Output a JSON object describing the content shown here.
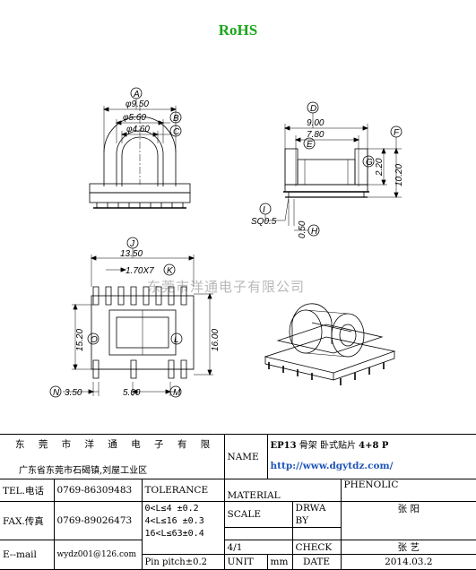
{
  "header": {
    "rohs": "RoHS"
  },
  "watermark": "东莞市洋通电子有限公司",
  "dimensions": {
    "A": "A",
    "A_val": "φ9.50",
    "B": "B",
    "B_val": "φ5.60",
    "C": "C",
    "C_val": "φ4.60",
    "D": "D",
    "D_val": "9.00",
    "E": "E",
    "E_val": "7.80",
    "F": "F",
    "F_val": "10.20",
    "G": "G",
    "G_val": "2.20",
    "H": "H",
    "H_val": "0.50",
    "I": "I",
    "I_val": "SQ0.5",
    "J": "J",
    "J_val": "13.50",
    "K": "K",
    "K_val": "1.70X7",
    "L": "L",
    "L_val": "16.00",
    "M": "M",
    "M_val": "5.00",
    "N": "N",
    "N_val": "3.50",
    "O": "O",
    "O_val": "15.20"
  },
  "title_block": {
    "company_name": "东 莞 市 洋 通 电 子 有 限 公 司",
    "address": "广东省东莞市石碣镇,刘屋工业区",
    "name_label": "NAME",
    "part_prefix": "EP13",
    "part_desc": " 骨架  卧式贴片 ",
    "part_pins": "4+8 P",
    "website": "http://www.dgytdz.com/",
    "tel_label": "TEL.电话",
    "tel_value": "0769-86309483",
    "fax_label": "FAX.传真",
    "fax_value": "0769-89026473",
    "email_label": "E--mail",
    "email_value": "wydz001@126.com",
    "tolerance_label": "TOLERANCE",
    "tol_1": "0<L≤4  ±0.2",
    "tol_2": "4<L≤16 ±0.3",
    "tol_3": "16<L≤63±0.4",
    "tol_pin": "Pin pitch±0.2",
    "material_label": "MATERIAL",
    "material_value": "PHENOLIC",
    "scale_label": "SCALE",
    "scale_value": "4/1",
    "drawn_label": "DRWA BY",
    "drawn_value": "张 阳",
    "check_label": "CHECK",
    "check_value": "张 艺",
    "unit_label": "UNIT",
    "unit_value": "mm",
    "date_label": "DATE",
    "date_value": "2014.03.2"
  }
}
